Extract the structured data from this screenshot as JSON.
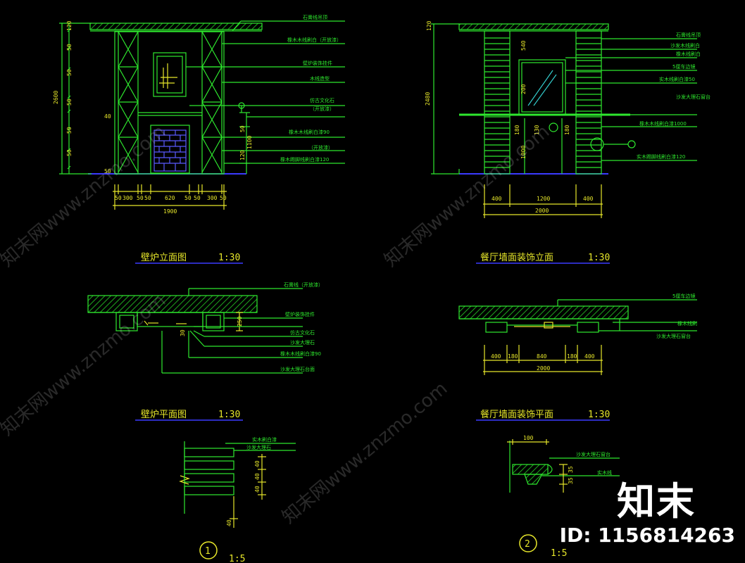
{
  "colors": {
    "bg": "#000000",
    "green": "#2ee82e",
    "yellow": "#e6e62a",
    "white": "#ffffff",
    "blue": "#3a3aff",
    "cyan": "#33cccc",
    "hatch": "#1fa81f"
  },
  "titles": {
    "fireplace_elev": "壁炉立面图",
    "fireplace_plan": "壁炉平面图",
    "dining_elev": "餐厅墙面装饰立面",
    "dining_plan": "餐厅墙面装饰平面",
    "scale_30": "1:30",
    "scale_5": "1:5"
  },
  "detail_numbers": {
    "d1": "1",
    "d2": "2"
  },
  "fireplace_elev": {
    "height": "2600",
    "left_dims": [
      "120",
      "50",
      "50",
      "50",
      "40",
      "50",
      "50",
      "50"
    ],
    "bottom_dims": [
      "50",
      "300",
      "50",
      "50",
      "620",
      "50",
      "50",
      "300",
      "50"
    ],
    "total_width": "1900",
    "right_dims": [
      "50",
      "1100",
      "120"
    ],
    "labels": [
      "石膏线吊顶",
      "橡木木线刷白（开放漆）",
      "壁炉装饰挂件",
      "木线造型",
      "仿古文化石",
      "（开放漆）",
      "橡木木线刷白漆90",
      "（开放漆）",
      "橡木踢脚线刷白漆120"
    ]
  },
  "dining_elev": {
    "height": "2480",
    "left_dims": [
      "120",
      "540",
      "200",
      "180",
      "1000"
    ],
    "mid_dims": [
      "130",
      "180"
    ],
    "bottom_dims": [
      "400",
      "1200",
      "400"
    ],
    "total_width": "2000",
    "labels": [
      "石膏线吊顶",
      "沙发木线刷白",
      "橡木线刷白",
      "5厘车边镜",
      "实木线刷白漆50",
      "沙发大理石窗台",
      "橡木木线刷白漆1000",
      "实木踢脚线刷白漆120"
    ]
  },
  "fireplace_plan": {
    "dims": [
      "250",
      "30"
    ],
    "labels": [
      "石膏线（开放漆）",
      "壁炉装饰挂件",
      "仿古文化石",
      "沙发大理石",
      "橡木木线刷白漆90",
      "沙发大理石台面"
    ]
  },
  "dining_plan": {
    "dims": [
      "400",
      "180",
      "840",
      "180",
      "400"
    ],
    "total_width": "2000",
    "labels": [
      "5厘车边镜",
      "橡木线刷",
      "沙发大理石窗台"
    ]
  },
  "detail1": {
    "dims": [
      "40",
      "40",
      "40",
      "40"
    ],
    "labels": [
      "实木刷白漆",
      "沙发大理石"
    ]
  },
  "detail2": {
    "dims": [
      "100",
      "35",
      "35"
    ],
    "labels": [
      "沙发大理石窗台",
      "实木线"
    ]
  },
  "watermarks": {
    "repeat": "知末网www.znzmo.com",
    "brand": "知末",
    "id": "ID: 1156814263"
  }
}
